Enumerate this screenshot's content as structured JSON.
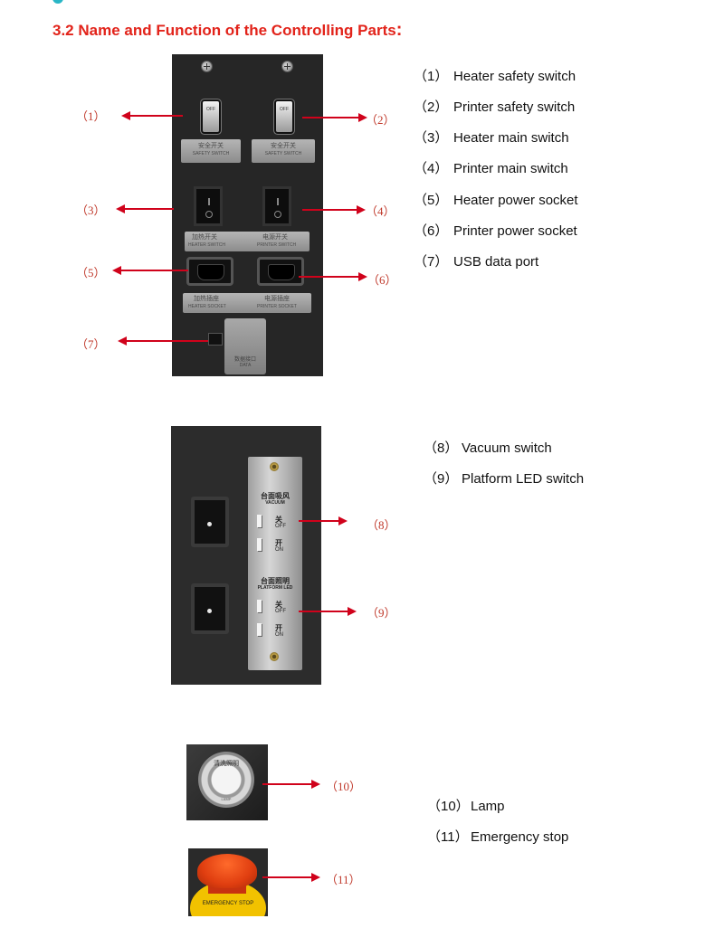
{
  "title": {
    "text": "3.2 Name and Function of the Controlling Parts",
    "colon": ":"
  },
  "callouts": {
    "c1": "（1）",
    "c2": "（2）",
    "c3": "（3）",
    "c4": "（4）",
    "c5": "（5）",
    "c6": "（6）",
    "c7": "（7）",
    "c8": "（8）",
    "c9": "（9）",
    "c10": "（10）",
    "c11": "（11）"
  },
  "legend1": [
    {
      "num": "（1）",
      "label": "Heater safety switch"
    },
    {
      "num": "（2）",
      "label": "Printer safety switch"
    },
    {
      "num": "（3）",
      "label": "Heater main switch"
    },
    {
      "num": "（4）",
      "label": "Printer main switch"
    },
    {
      "num": "（5）",
      "label": "Heater power socket"
    },
    {
      "num": "（6）",
      "label": "Printer power socket"
    },
    {
      "num": "（7）",
      "label": "USB data port"
    }
  ],
  "legend2": [
    {
      "num": "（8）",
      "label": "Vacuum switch"
    },
    {
      "num": "（9）",
      "label": "Platform LED switch"
    }
  ],
  "legend3": [
    {
      "num": "（10）",
      "label": "Lamp"
    },
    {
      "num": "（11）",
      "label": "Emergency stop"
    }
  ],
  "panel1_labels": {
    "toggle_off": "OFF",
    "safety_cn": "安全开关",
    "safety_en": "SAFETY SWITCH",
    "heater_switch_cn": "加热开关",
    "heater_switch_en": "HEATER SWITCH",
    "printer_switch_cn": "电源开关",
    "printer_switch_en": "PRINTER SWITCH",
    "heater_socket_cn": "加热插座",
    "heater_socket_en": "HEATER SOCKET",
    "printer_socket_cn": "电源插座",
    "printer_socket_en": "PRINTER SOCKET",
    "usb_cn": "数据接口",
    "usb_en": "DATA"
  },
  "panel2_labels": {
    "vacuum_cn": "台面吸风",
    "vacuum_en": "VACUUM",
    "led_cn": "台面照明",
    "led_en": "PLATFORM LED",
    "off_cn": "关",
    "off_en": "OFF",
    "on_cn": "开",
    "on_en": "ON"
  },
  "lamp_labels": {
    "cn": "清洗照明",
    "en": "LAMP"
  },
  "estop_labels": {
    "text": "EMERGENCY STOP"
  },
  "colors": {
    "title": "#e2231a",
    "arrow": "#d0021b",
    "callout": "#c0392b"
  }
}
